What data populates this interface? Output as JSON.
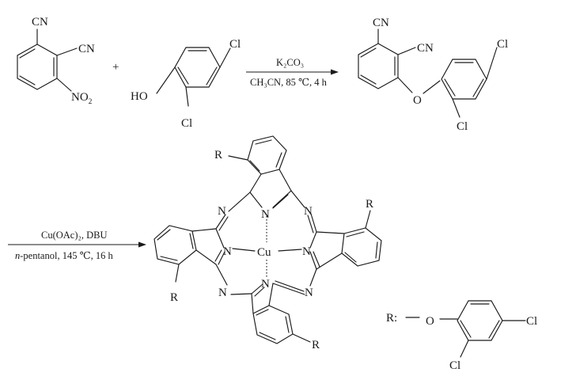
{
  "reaction1": {
    "reagent": "K₂CO₃",
    "conditions": "CH₃CN, 85 ℃, 4 h",
    "plus": "+"
  },
  "reaction2": {
    "reagent": "Cu(OAc)₂, DBU",
    "solvent_italic": "n",
    "conditions": "-pentanol, 145 ℃, 16 h"
  },
  "atoms": {
    "cn": "CN",
    "no2": "NO",
    "no2_sub": "2",
    "ho": "HO",
    "cl": "Cl",
    "o": "O",
    "n": "N",
    "cu": "Cu",
    "r": "R",
    "r_def": "R:"
  }
}
